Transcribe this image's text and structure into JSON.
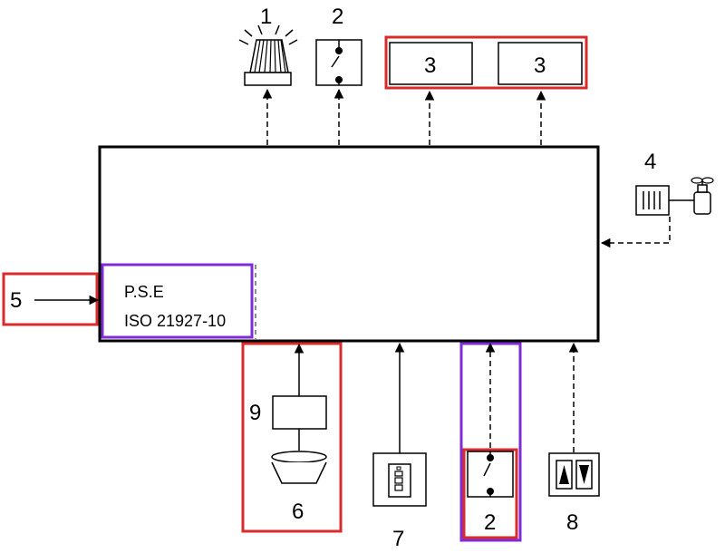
{
  "labels": {
    "beacon": "1",
    "switch_top": "2",
    "display_a": "3",
    "display_b": "3",
    "gas_panel": "4",
    "input_5": "5",
    "detector": "6",
    "module_9": "9",
    "call_point": "7",
    "switch_bottom": "2",
    "control_8": "8"
  },
  "pse": {
    "line1": "P.S.E",
    "line2": "ISO 21927-10"
  },
  "colors": {
    "line": "#000000",
    "highlight_red": "#d92b2b",
    "highlight_purple": "#7d2cd6"
  }
}
